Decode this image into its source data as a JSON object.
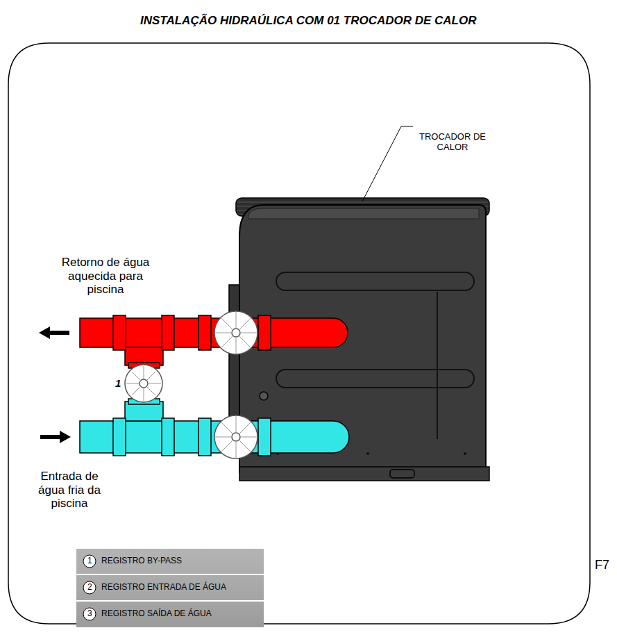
{
  "diagram": {
    "title": "INSTALAÇÃO HIDRAÚLICA COM 01 TROCADOR DE CALOR",
    "labels": [
      "TROCADOR DE CALOR",
      "Retorno de água aquecida para piscina",
      "Entrada de água fria da piscina",
      "1",
      "1",
      "2",
      "3",
      "F7"
    ],
    "legend": [
      {
        "text": "REGISTRO BY-PASS"
      },
      {
        "text": "REGISTRO ENTRADA DE ÁGUA"
      },
      {
        "text": "REGISTRO SAÍDA DE ÁGUA"
      }
    ]
  }
}
